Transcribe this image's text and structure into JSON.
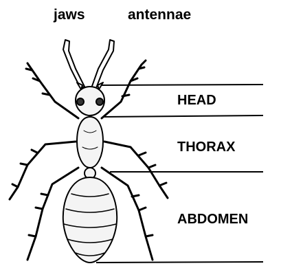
{
  "labels": {
    "jaws": "jaws",
    "antennae": "antennae",
    "head": "HEAD",
    "thorax": "THORAX",
    "abdomen": "ABDOMEN"
  },
  "colors": {
    "ink": "#000000",
    "body_fill": "#f4f4f4",
    "background": "#ffffff"
  }
}
